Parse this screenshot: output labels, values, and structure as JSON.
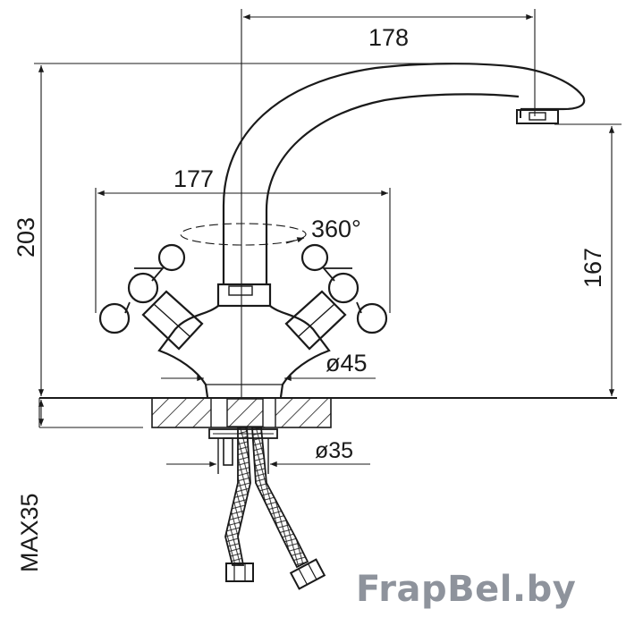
{
  "dimensions": {
    "spout_reach": "178",
    "handle_span": "177",
    "rotation": "360°",
    "total_height": "203",
    "outlet_height": "167",
    "base_diameter": "ø45",
    "mount_diameter": "ø35",
    "max_counter_thickness": "MAX35"
  },
  "watermark": "FrapBel.by",
  "colors": {
    "line": "#1a1a1a",
    "watermark": "#8e939c"
  }
}
